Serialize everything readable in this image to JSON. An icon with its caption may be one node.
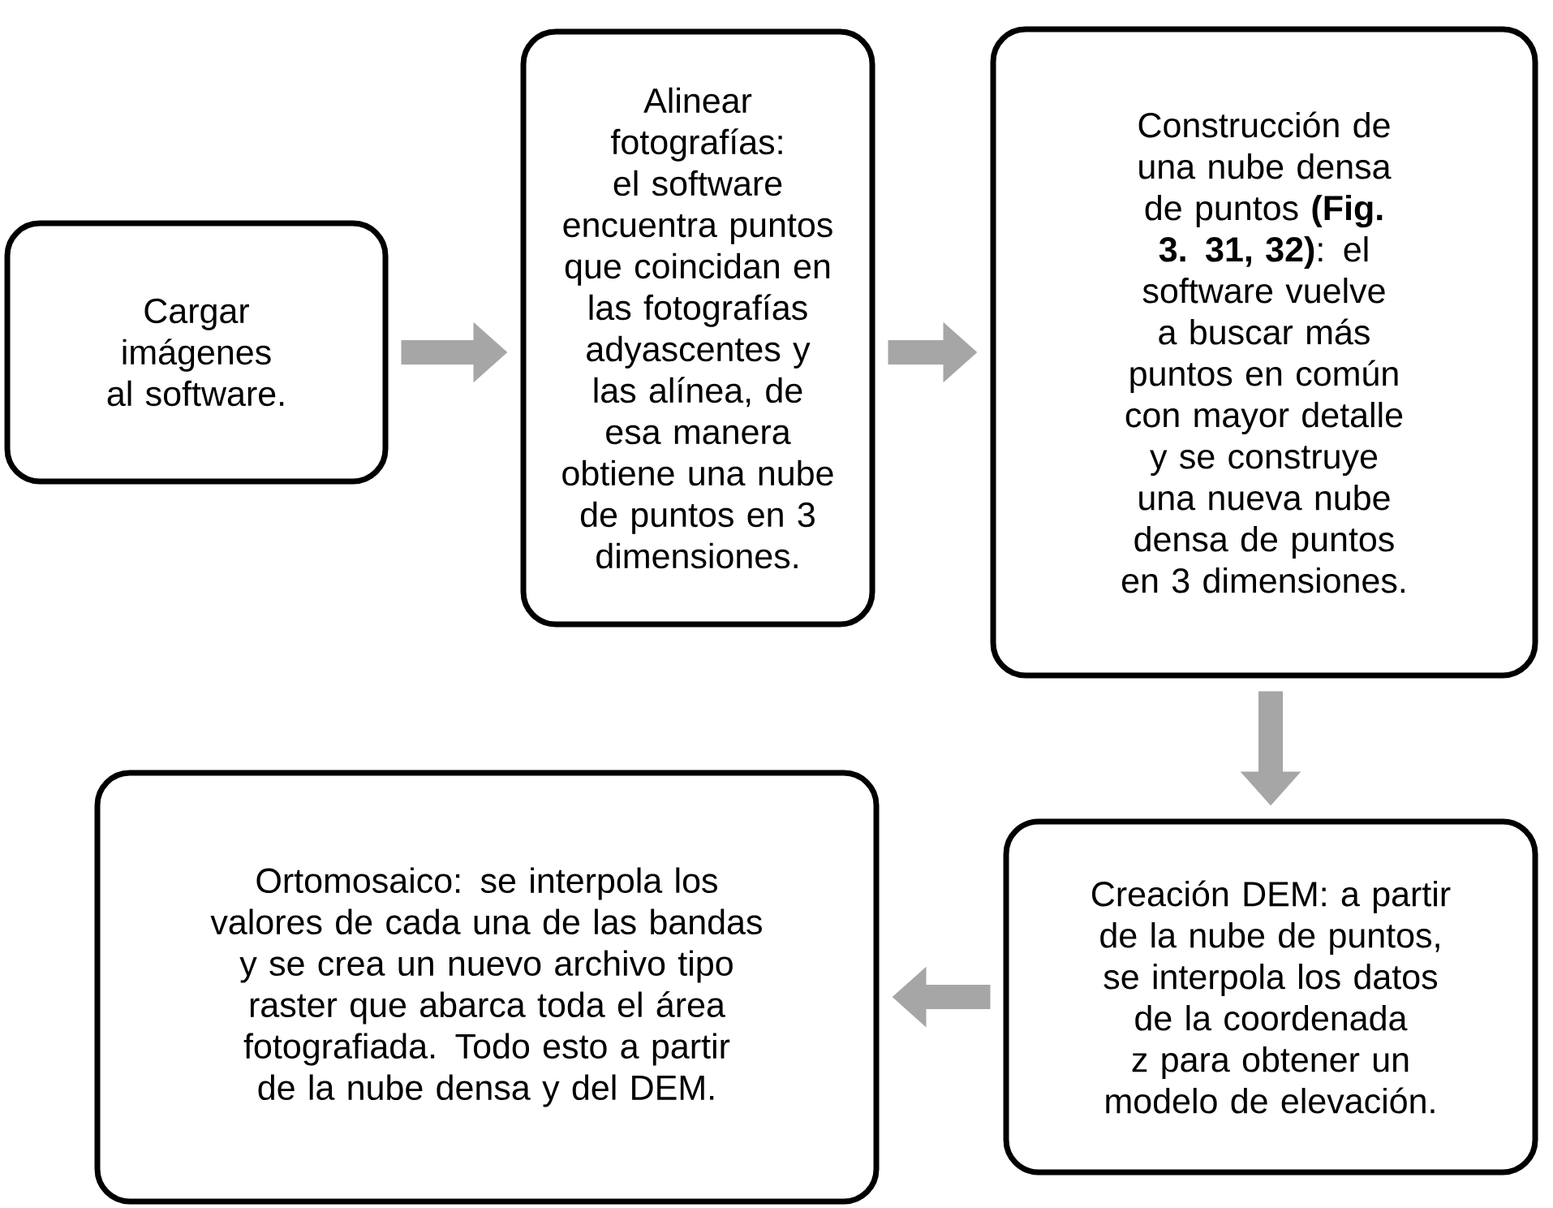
{
  "diagram": {
    "nodes": [
      {
        "text": [
          "Cargar imágenes al software."
        ]
      },
      {
        "text": [
          "Alinear fotografías: el software encuentra puntos que coincidan en las fotografías adyascentes y las alínea, de esa manera obtiene una nube de puntos en 3 dimensiones."
        ]
      },
      {
        "text": [
          "Construcción de una nube densa de puntos **(Fig. 3. 31, 32)**: el software vuelve a buscar más puntos en común con mayor detalle y se construye una nueva nube densa de puntos en 3 dimensiones."
        ]
      },
      {
        "text": [
          "Creación DEM: a partir de la nube de puntos, se interpola los datos de la coordenada z para obtener un modelo de elevación."
        ]
      },
      {
        "text": [
          "Ortomosaico: se interpola los valores de cada una de las bandas y se crea un nuevo archivo tipo raster que abarca toda el área fotografiada. Todo esto a partir de la nube densa y del DEM."
        ]
      }
    ],
    "edges": [
      {
        "from": 0,
        "to": 1,
        "arrow": "to"
      },
      {
        "from": 1,
        "to": 2,
        "arrow": "to"
      },
      {
        "from": 2,
        "to": 3,
        "arrow": "to"
      },
      {
        "from": 3,
        "to": 4,
        "arrow": "to"
      }
    ]
  }
}
